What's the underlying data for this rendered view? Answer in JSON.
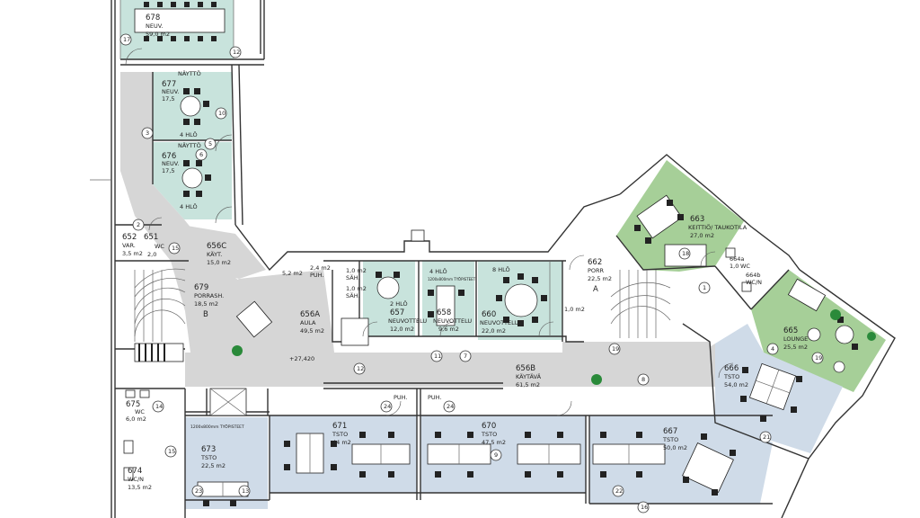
{
  "colors": {
    "teal": "#c8e3dc",
    "green": "#a6cf98",
    "blue": "#cfdbe8",
    "corridor": "#d6d6d6",
    "plant": "#2a8a3a"
  },
  "rooms": {
    "r678": {
      "num": "678",
      "name": "NEUV.",
      "area": "59,0 m2"
    },
    "r677": {
      "num": "677",
      "name": "NEUV.",
      "area": "17,5",
      "extra": "4 HLÖ"
    },
    "r676": {
      "num": "676",
      "name": "NEUV.",
      "area": "17,5",
      "extra": "4 HLÖ"
    },
    "r652": {
      "num": "652",
      "name": "VAR.",
      "area": "3,5 m2"
    },
    "r651": {
      "num": "651",
      "name": "WC",
      "area": "2,0"
    },
    "r656c": {
      "num": "656C",
      "name": "KÄYT.",
      "area": "15,0 m2"
    },
    "r679": {
      "num": "679",
      "name": "PORRASH.",
      "area": "18,5 m2",
      "letter": "B"
    },
    "r656a": {
      "num": "656A",
      "name": "AULA",
      "area": "49,5 m2"
    },
    "r657": {
      "num": "657",
      "name": "NEUVOTTELU",
      "area": "12,0 m2",
      "extra": "2 HLÖ"
    },
    "r658": {
      "num": "658",
      "name": "NEUVOTTELU",
      "area": "9,6 m2",
      "extra": "4 HLÖ"
    },
    "r660": {
      "num": "660",
      "name": "NEUVOTTELU",
      "area": "22,0 m2",
      "extra": "8 HLÖ"
    },
    "r662": {
      "num": "662",
      "name": "PORR",
      "area": "22,5 m2",
      "letter": "A"
    },
    "r663": {
      "num": "663",
      "name": "KEITTIÖ/ TAUKOTILA",
      "area": "27,0 m2"
    },
    "r664a": {
      "num": "664a",
      "name": "WC",
      "area": "1,0"
    },
    "r664b": {
      "num": "664b",
      "name": "WC/N"
    },
    "r665": {
      "num": "665",
      "name": "LOUNGE",
      "area": "25,5 m2"
    },
    "r666": {
      "num": "666",
      "name": "TSTO",
      "area": "54,0 m2"
    },
    "r656b": {
      "num": "656B",
      "name": "KÄYTÄVÄ",
      "area": "61,5 m2"
    },
    "r671": {
      "num": "671",
      "name": "TSTO",
      "area": "44 m2"
    },
    "r670": {
      "num": "670",
      "name": "TSTO",
      "area": "47,5 m2"
    },
    "r667": {
      "num": "667",
      "name": "TSTO",
      "area": "50,0 m2"
    },
    "r673": {
      "num": "673",
      "name": "TSTO",
      "area": "22,5 m2",
      "note": "1200x800mm TYÖPISTEET"
    },
    "r674": {
      "num": "674",
      "name": "WC/N",
      "area": "13,5 m2"
    },
    "r675": {
      "num": "675",
      "name": "WC",
      "area": "6,0 m2"
    }
  },
  "small_labels": {
    "sah1": "SÄH.",
    "sah1_area": "1,0 m2",
    "sah2": "SÄH.",
    "sah2_area": "1,0 m2",
    "puh_top": "PUH.",
    "puh_top_area": "2,4 m2",
    "puh1": "PUH.",
    "puh2": "PUH.",
    "r661_area": "1,0 m2",
    "lobby_area": "5,2 m2",
    "naytto": "NÄYTTÖ",
    "elevation": "+27,420",
    "workstations_note": "1200x800mm TYÖPISTEET"
  },
  "markers": [
    "2",
    "3",
    "4",
    "5",
    "6",
    "7",
    "8",
    "9",
    "10",
    "11",
    "12",
    "12",
    "13",
    "14",
    "15",
    "15",
    "16",
    "17",
    "18",
    "19",
    "19",
    "21",
    "22",
    "23",
    "24",
    "24",
    "1"
  ]
}
